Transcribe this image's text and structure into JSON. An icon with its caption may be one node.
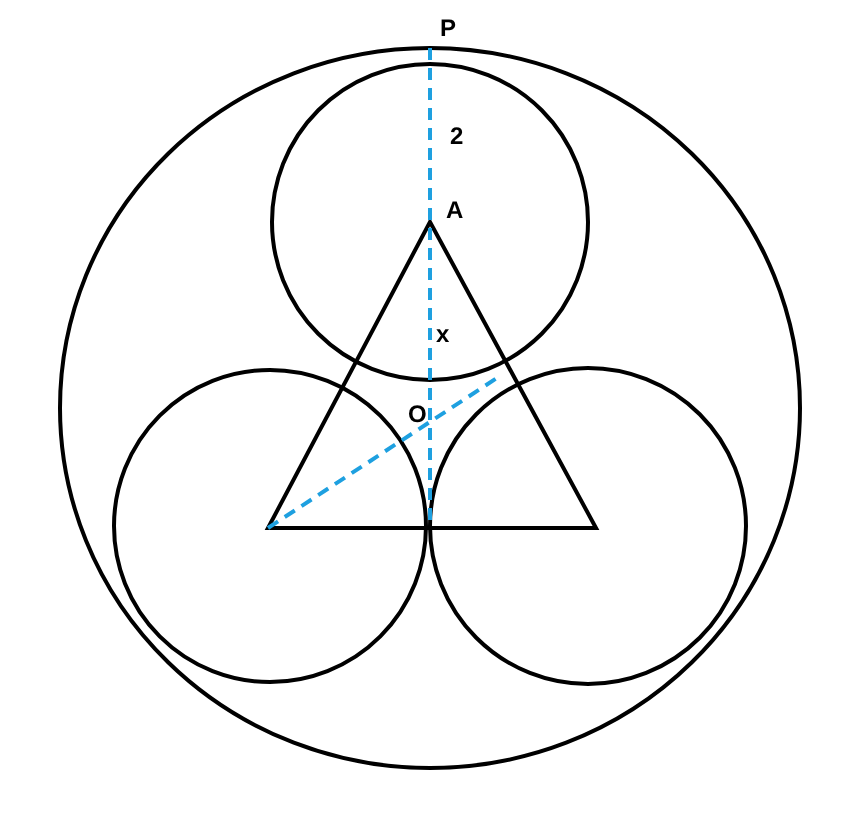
{
  "diagram": {
    "labels": [
      "P",
      "2",
      "A",
      "x",
      "O"
    ]
  }
}
